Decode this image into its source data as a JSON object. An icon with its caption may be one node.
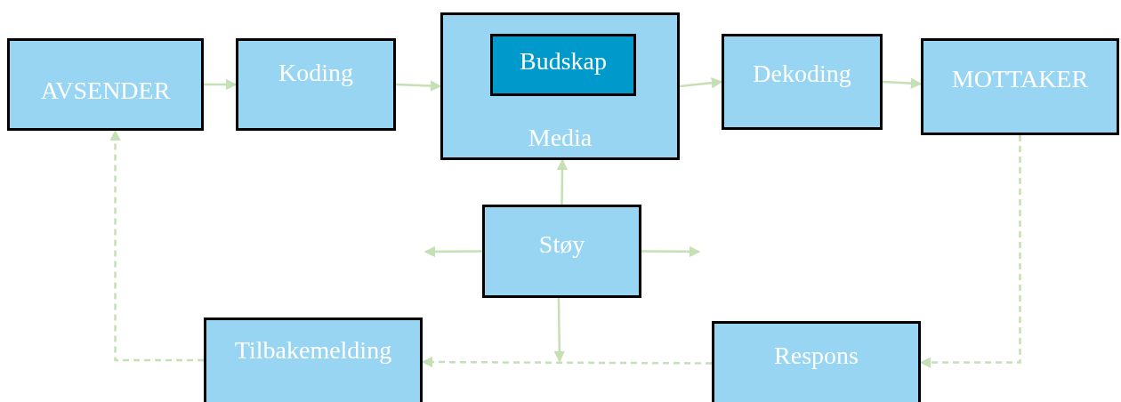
{
  "diagram": {
    "nodes": [
      {
        "text": [
          "AVSENDER"
        ]
      },
      {
        "text": [
          "Koding"
        ]
      },
      {
        "text": [
          "Media"
        ]
      },
      {
        "text": [
          "Budskap"
        ],
        "in": 2
      },
      {
        "text": [
          "Dekoding"
        ]
      },
      {
        "text": [
          "MOTTAKER"
        ]
      },
      {
        "text": [
          "Støy"
        ]
      },
      {
        "text": [
          "Tilbakemelding"
        ]
      },
      {
        "text": [
          "Respons"
        ]
      }
    ],
    "edges": [
      {
        "from": 0,
        "to": 1,
        "arrow": "to"
      },
      {
        "from": 1,
        "to": 2,
        "arrow": "to"
      },
      {
        "from": 2,
        "to": 4,
        "arrow": "to"
      },
      {
        "from": 4,
        "to": 5,
        "arrow": "to"
      },
      {
        "from": 6,
        "to": 2,
        "arrow": "to"
      },
      {
        "from": 6,
        "to": null,
        "arrow": "to"
      },
      {
        "from": 6,
        "to": null,
        "arrow": "to"
      },
      {
        "from": 6,
        "to": null,
        "arrow": "to"
      },
      {
        "from": 5,
        "to": 8,
        "arrow": "to",
        "style": "dashed"
      },
      {
        "from": 8,
        "to": 7,
        "arrow": "to",
        "style": "dashed"
      },
      {
        "from": 7,
        "to": 0,
        "arrow": "to",
        "style": "dashed"
      }
    ]
  }
}
